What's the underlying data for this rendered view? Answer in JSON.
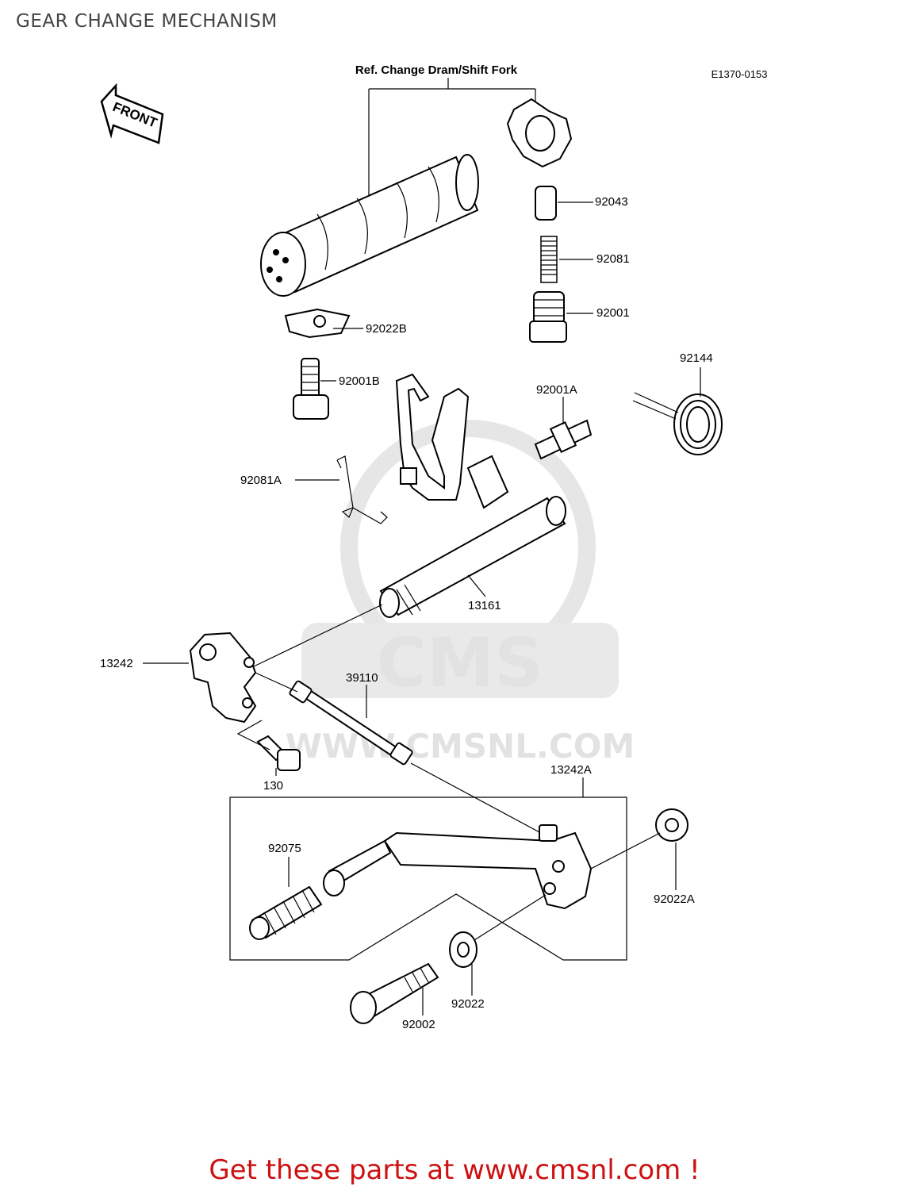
{
  "page_title": "GEAR CHANGE MECHANISM",
  "reference_label": "Ref. Change Dram/Shift Fork",
  "diagram_code": "E1370-0153",
  "front_arrow_text": "FRONT",
  "watermark": {
    "logo_text": "CMS",
    "url_text": "WWW.CMSNL.COM"
  },
  "parts": [
    {
      "id": "92043"
    },
    {
      "id": "92081"
    },
    {
      "id": "92001"
    },
    {
      "id": "92022B"
    },
    {
      "id": "92001B"
    },
    {
      "id": "92144"
    },
    {
      "id": "92001A"
    },
    {
      "id": "92081A"
    },
    {
      "id": "13161"
    },
    {
      "id": "13242"
    },
    {
      "id": "39110"
    },
    {
      "id": "130"
    },
    {
      "id": "13242A"
    },
    {
      "id": "92075"
    },
    {
      "id": "92022A"
    },
    {
      "id": "92022"
    },
    {
      "id": "92002"
    }
  ],
  "footer_text": "Get these parts at www.cmsnl.com !",
  "colors": {
    "footer": "#cc1111",
    "title": "#444444",
    "watermark": "#e2e2e2"
  }
}
